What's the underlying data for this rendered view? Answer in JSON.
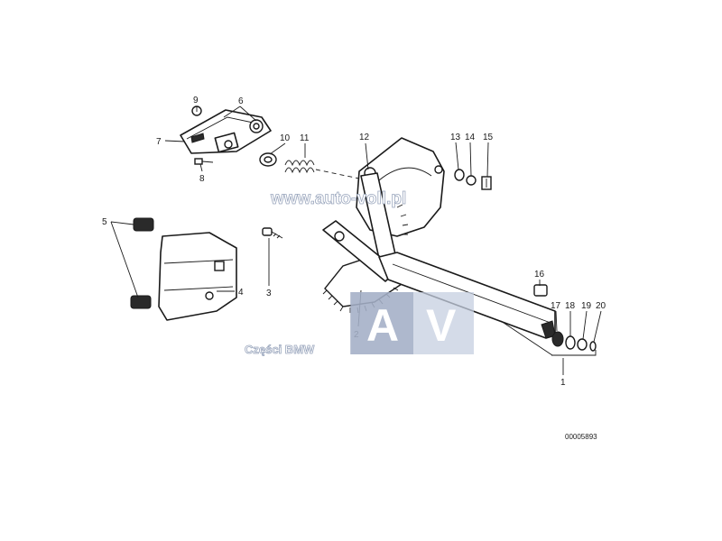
{
  "diagram": {
    "id_code": "00005893",
    "callouts": {
      "c1": "1",
      "c2": "2",
      "c3": "3",
      "c4": "4",
      "c5": "5",
      "c6": "6",
      "c7": "7",
      "c8": "8",
      "c9": "9",
      "c10": "10",
      "c11": "11",
      "c12": "12",
      "c13": "13",
      "c14": "14",
      "c15": "15",
      "c16": "16",
      "c17": "17",
      "c18": "18",
      "c19": "19",
      "c20": "20"
    }
  },
  "watermark": {
    "site": "www.auto-voll.pl",
    "caption": "Części BMW",
    "logo_left": "A",
    "logo_right": "V"
  }
}
